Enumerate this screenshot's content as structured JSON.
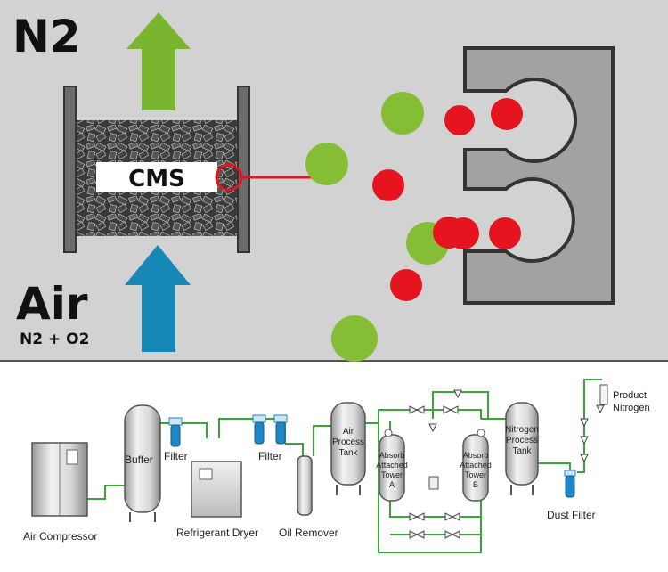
{
  "top_panel": {
    "n2_label": "N2",
    "air_label": "Air",
    "air_sub_label": "N2 + O2",
    "cms_label": "CMS",
    "colors": {
      "background": "#d2d2d2",
      "n2_arrow": "#7ab52f",
      "air_arrow": "#1787b6",
      "oxygen_molecule": "#e5141e",
      "nitrogen_molecule": "#85be35",
      "pore_block": "#a2a2a2",
      "cms_box": "#3e3e3e"
    },
    "icons": [
      "up-arrow-icon",
      "molecular-sieve-cylinder",
      "pore-structure"
    ]
  },
  "bottom_panel": {
    "labels": {
      "air_compressor": "Air Compressor",
      "buffer": "Buffer",
      "filter_1": "Filter",
      "filter_2": "Filter",
      "refrigerant_dryer": "Refrigerant Dryer",
      "oil_remover": "Oil Remover",
      "air_process_tank_l1": "Air",
      "air_process_tank_l2": "Process",
      "air_process_tank_l3": "Tank",
      "tower_a_l1": "Absorb",
      "tower_a_l2": "Attached",
      "tower_a_l3": "Tower",
      "tower_a_l4": "A",
      "tower_b_l1": "Absorb",
      "tower_b_l2": "Attached",
      "tower_b_l3": "Tower",
      "tower_b_l4": "B",
      "nitrogen_tank_l1": "Nitrogen",
      "nitrogen_tank_l2": "Process",
      "nitrogen_tank_l3": "Tank",
      "dust_filter": "Dust Filter",
      "product_l1": "Product",
      "product_l2": "Nitrogen"
    },
    "colors": {
      "pipe": "#3aa63a",
      "filter": "#1f86c8",
      "vessel": "#d9d9d9"
    }
  }
}
